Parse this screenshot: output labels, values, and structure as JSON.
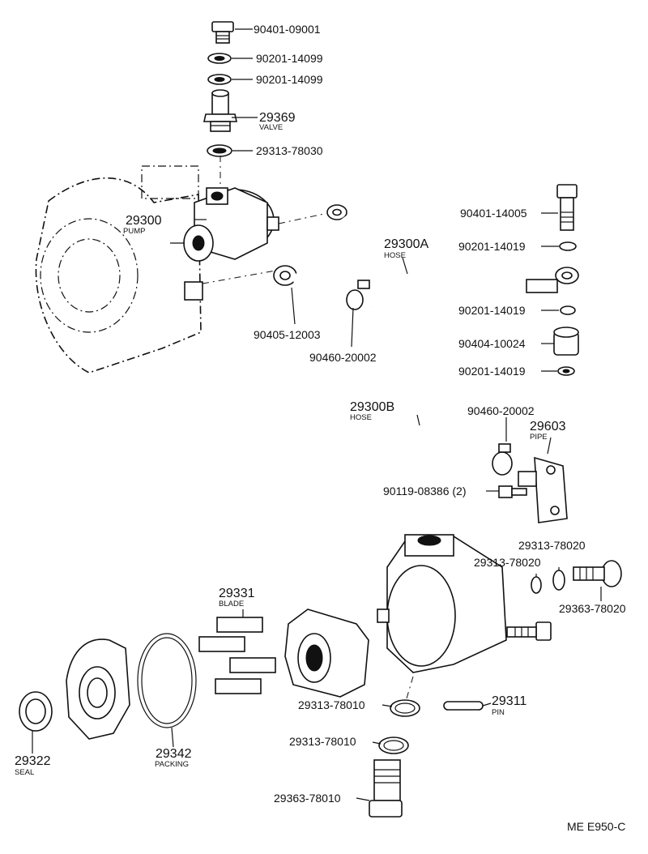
{
  "labels": {
    "p_90401_09001": "90401-09001",
    "p_90201_14099_a": "90201-14099",
    "p_90201_14099_b": "90201-14099",
    "p_29369": "29369",
    "p_valve": "VALVE",
    "p_29313_78030": "29313-78030",
    "p_29300": "29300",
    "p_pump": "PUMP",
    "p_90401_14005": "90401-14005",
    "p_29300A": "29300A",
    "p_hose_a": "HOSE",
    "p_90201_14019_a": "90201-14019",
    "p_90201_14019_b": "90201-14019",
    "p_90404_10024": "90404-10024",
    "p_90201_14019_c": "90201-14019",
    "p_90405_12003": "90405-12003",
    "p_90460_20002_a": "90460-20002",
    "p_29300B": "29300B",
    "p_hose_b": "HOSE",
    "p_90460_20002_b": "90460-20002",
    "p_29603": "29603",
    "p_pipe": "PIPE",
    "p_90119_08386": "90119-08386 (2)",
    "p_29313_78020_a": "29313-78020",
    "p_29313_78020_b": "29313-78020",
    "p_29363_78020": "29363-78020",
    "p_29331": "29331",
    "p_blade": "BLADE",
    "p_29313_78010_a": "29313-78010",
    "p_29311": "29311",
    "p_pin": "PIN",
    "p_29313_78010_b": "29313-78010",
    "p_29342": "29342",
    "p_packing": "PACKING",
    "p_29322": "29322",
    "p_seal": "SEAL",
    "p_29363_78010": "29363-78010",
    "p_code": "ME E950-C"
  }
}
